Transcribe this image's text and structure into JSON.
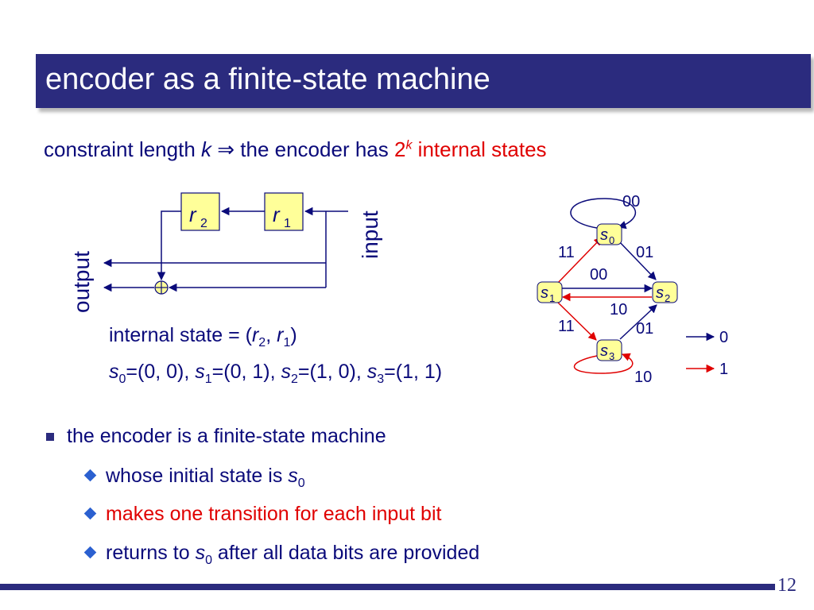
{
  "title": "encoder as a finite-state machine",
  "subtitle": {
    "part1": "constraint length ",
    "k": "k",
    "arrow": "⇒",
    "part2": " the encoder has ",
    "two": "2",
    "sup_k": "k",
    "part3": " internal states"
  },
  "circuit": {
    "r2_letter": "r",
    "r2_sub": "2",
    "r1_letter": "r",
    "r1_sub": "1",
    "input_label": "input",
    "output_label": "output"
  },
  "state_info": {
    "line1_prefix": "internal state = (",
    "r": "r",
    "sub2": "2",
    "comma": ", ",
    "sub1": "1",
    "close": ")",
    "s": "s",
    "s0_sub": "0",
    "s0_val": "=(0, 0), ",
    "s1_sub": "1",
    "s1_val": "=(0, 1), ",
    "s2_sub": "2",
    "s2_val": "=(1, 0), ",
    "s3_sub": "3",
    "s3_val": "=(1, 1)"
  },
  "fsm": {
    "state_letter": "s",
    "states": [
      "0",
      "1",
      "2",
      "3"
    ],
    "labels": {
      "s0_loop": "00",
      "s1_to_s0": "11",
      "s0_to_s2": "01",
      "s1_to_s2": "00",
      "s2_to_s1": "10",
      "s1_to_s3": "11",
      "s3_to_s2": "01",
      "s3_loop": "10"
    },
    "legend": {
      "zero": "0",
      "one": "1"
    },
    "colors": {
      "input0": "#0a0a7a",
      "input1": "#e00000",
      "node_fill": "#ffff99"
    }
  },
  "bullets": {
    "main": "the encoder is a finite-state machine",
    "sub1_text": "whose initial state is ",
    "sub1_s": "s",
    "sub1_sub": "0",
    "sub2": "makes one transition for each input bit",
    "sub3_prefix": "returns to ",
    "sub3_s": "s",
    "sub3_sub": "0",
    "sub3_suffix": " after all data bits are provided"
  },
  "page_number": "12"
}
